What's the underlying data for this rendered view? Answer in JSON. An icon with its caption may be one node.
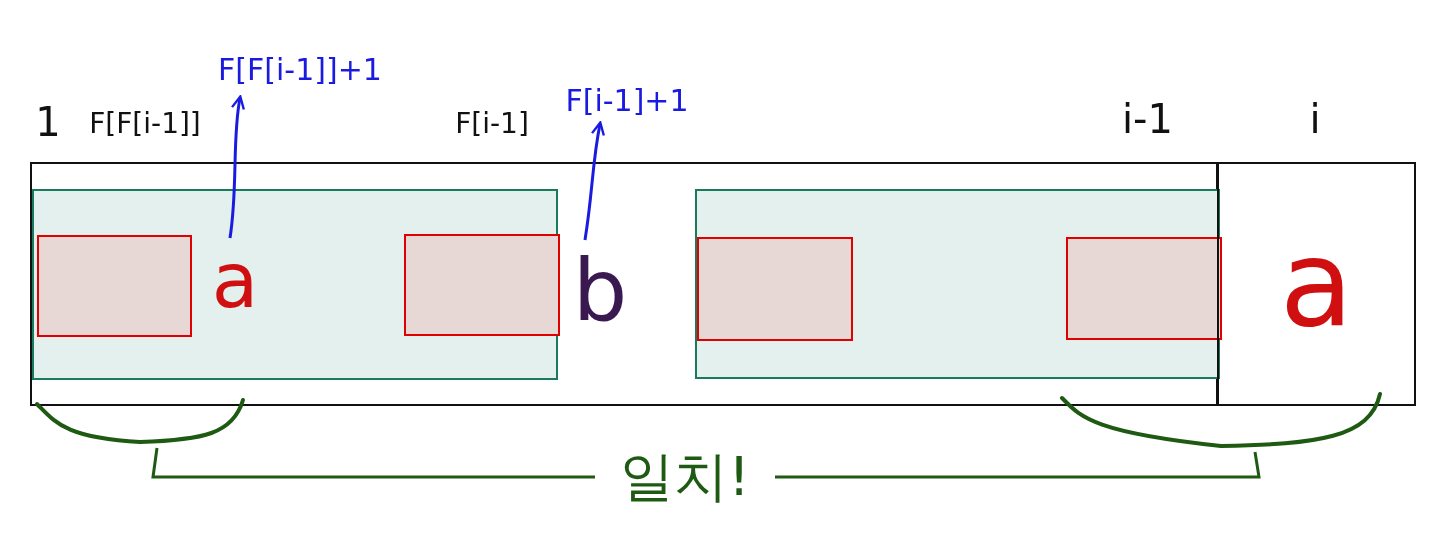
{
  "diagram": {
    "nodes": [
      {
        "text": [],
        "shape": "box"
      },
      {
        "text": [
          "a"
        ]
      },
      {
        "text": [],
        "shape": "box",
        "in": 0
      },
      {
        "text": [],
        "shape": "box",
        "in": 2
      },
      {
        "text": [],
        "shape": "box",
        "in": 2
      },
      {
        "text": [],
        "shape": "box",
        "in": 0
      },
      {
        "text": [],
        "shape": "box",
        "in": 5
      },
      {
        "text": [],
        "shape": "box",
        "in": 5
      },
      {
        "text": [
          "a"
        ],
        "in": 2
      },
      {
        "text": [
          "F[F[i-1]]+1"
        ]
      },
      {
        "text": [
          "b"
        ],
        "in": 0
      },
      {
        "text": [
          "F[i-1]+1"
        ]
      },
      {
        "text": [],
        "shape": "brace"
      },
      {
        "text": [
          "일치!"
        ]
      },
      {
        "text": [],
        "shape": "brace"
      }
    ],
    "edges": [
      {
        "from": 8,
        "to": 9,
        "arrow": "to",
        "color": "#1a1ae0"
      },
      {
        "from": 10,
        "to": 11,
        "arrow": "to",
        "color": "#1a1ae0"
      },
      {
        "from": 12,
        "to": 13,
        "arrow": "none",
        "color": "#1e5a12"
      },
      {
        "from": 14,
        "to": 13,
        "arrow": "none",
        "color": "#1e5a12"
      }
    ],
    "labels": [
      "1",
      "F[F[i-1]]",
      "F[i-1]",
      "i-1",
      "i"
    ]
  }
}
